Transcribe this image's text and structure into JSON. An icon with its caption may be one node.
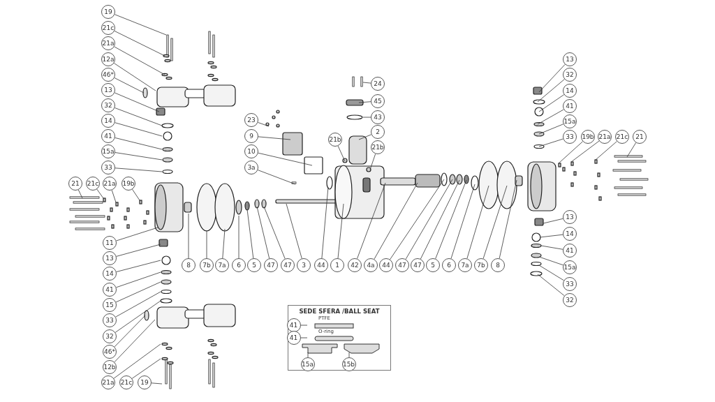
{
  "diagram": {
    "nodes": [
      {
        "text": [
          "19"
        ]
      },
      {
        "text": [
          "21c"
        ]
      },
      {
        "text": [
          "21a"
        ]
      },
      {
        "text": [
          "12a"
        ]
      },
      {
        "text": [
          "46*"
        ]
      },
      {
        "text": [
          "13"
        ]
      },
      {
        "text": [
          "32"
        ]
      },
      {
        "text": [
          "14"
        ]
      },
      {
        "text": [
          "41"
        ]
      },
      {
        "text": [
          "15a"
        ]
      },
      {
        "text": [
          "33"
        ]
      },
      {
        "text": [
          "21"
        ]
      },
      {
        "text": [
          "21c"
        ]
      },
      {
        "text": [
          "21a"
        ]
      },
      {
        "text": [
          "19b"
        ]
      },
      {
        "text": [
          "11"
        ]
      },
      {
        "text": [
          "13"
        ]
      },
      {
        "text": [
          "14"
        ]
      },
      {
        "text": [
          "41"
        ]
      },
      {
        "text": [
          "15"
        ]
      },
      {
        "text": [
          "33"
        ]
      },
      {
        "text": [
          "32"
        ]
      },
      {
        "text": [
          "46*"
        ]
      },
      {
        "text": [
          "12b"
        ]
      },
      {
        "text": [
          "21a"
        ]
      },
      {
        "text": [
          "21c"
        ]
      },
      {
        "text": [
          "19"
        ]
      },
      {
        "text": [
          "8"
        ]
      },
      {
        "text": [
          "7b"
        ]
      },
      {
        "text": [
          "7a"
        ]
      },
      {
        "text": [
          "6"
        ]
      },
      {
        "text": [
          "5"
        ]
      },
      {
        "text": [
          "47"
        ]
      },
      {
        "text": [
          "47"
        ]
      },
      {
        "text": [
          "3"
        ]
      },
      {
        "text": [
          "44"
        ]
      },
      {
        "text": [
          "1"
        ]
      },
      {
        "text": [
          "42"
        ]
      },
      {
        "text": [
          "4a"
        ]
      },
      {
        "text": [
          "44"
        ]
      },
      {
        "text": [
          "47"
        ]
      },
      {
        "text": [
          "47"
        ]
      },
      {
        "text": [
          "5"
        ]
      },
      {
        "text": [
          "6"
        ]
      },
      {
        "text": [
          "7a"
        ]
      },
      {
        "text": [
          "7b"
        ]
      },
      {
        "text": [
          "8"
        ]
      },
      {
        "text": [
          "23"
        ]
      },
      {
        "text": [
          "9"
        ]
      },
      {
        "text": [
          "10"
        ]
      },
      {
        "text": [
          "3a"
        ]
      },
      {
        "text": [
          "21b"
        ]
      },
      {
        "text": [
          "24"
        ]
      },
      {
        "text": [
          "45"
        ]
      },
      {
        "text": [
          "43"
        ]
      },
      {
        "text": [
          "2"
        ]
      },
      {
        "text": [
          "21b"
        ]
      },
      {
        "text": [
          "13"
        ]
      },
      {
        "text": [
          "32"
        ]
      },
      {
        "text": [
          "14"
        ]
      },
      {
        "text": [
          "41"
        ]
      },
      {
        "text": [
          "15a"
        ]
      },
      {
        "text": [
          "33"
        ]
      },
      {
        "text": [
          "19b"
        ]
      },
      {
        "text": [
          "21a"
        ]
      },
      {
        "text": [
          "21c"
        ]
      },
      {
        "text": [
          "21"
        ]
      },
      {
        "text": [
          "13"
        ]
      },
      {
        "text": [
          "14"
        ]
      },
      {
        "text": [
          "41"
        ]
      },
      {
        "text": [
          "15a"
        ]
      },
      {
        "text": [
          "33"
        ]
      },
      {
        "text": [
          "32"
        ]
      },
      {
        "text": [
          "SEDE SFERA /BALL SEAT"
        ]
      },
      {
        "text": [
          "41"
        ],
        "in": 73
      },
      {
        "text": [
          "41"
        ],
        "in": 73
      },
      {
        "text": [
          "15a"
        ],
        "in": 73
      },
      {
        "text": [
          "15b"
        ],
        "in": 73
      }
    ],
    "edges": [
      {
        "from": 0,
        "to": null,
        "arrow": "none"
      },
      {
        "from": 1,
        "to": null,
        "arrow": "none"
      },
      {
        "from": 2,
        "to": null,
        "arrow": "none"
      },
      {
        "from": 3,
        "to": null,
        "arrow": "none"
      },
      {
        "from": 4,
        "to": null,
        "arrow": "none"
      },
      {
        "from": 5,
        "to": null,
        "arrow": "none"
      },
      {
        "from": 6,
        "to": null,
        "arrow": "none"
      },
      {
        "from": 7,
        "to": null,
        "arrow": "none"
      },
      {
        "from": 8,
        "to": null,
        "arrow": "none"
      },
      {
        "from": 9,
        "to": null,
        "arrow": "none"
      },
      {
        "from": 10,
        "to": null,
        "arrow": "none"
      },
      {
        "from": 11,
        "to": null,
        "arrow": "none"
      },
      {
        "from": 12,
        "to": null,
        "arrow": "none"
      },
      {
        "from": 13,
        "to": null,
        "arrow": "none"
      },
      {
        "from": 14,
        "to": null,
        "arrow": "none"
      },
      {
        "from": 15,
        "to": null,
        "arrow": "none"
      },
      {
        "from": 16,
        "to": null,
        "arrow": "none"
      },
      {
        "from": 17,
        "to": null,
        "arrow": "none"
      },
      {
        "from": 18,
        "to": null,
        "arrow": "none"
      },
      {
        "from": 19,
        "to": null,
        "arrow": "none"
      },
      {
        "from": 20,
        "to": null,
        "arrow": "none"
      },
      {
        "from": 21,
        "to": null,
        "arrow": "none"
      },
      {
        "from": 22,
        "to": null,
        "arrow": "none"
      },
      {
        "from": 23,
        "to": null,
        "arrow": "none"
      },
      {
        "from": 24,
        "to": null,
        "arrow": "none"
      },
      {
        "from": 25,
        "to": null,
        "arrow": "none"
      },
      {
        "from": 26,
        "to": null,
        "arrow": "none"
      },
      {
        "from": 27,
        "to": null,
        "arrow": "none"
      },
      {
        "from": 28,
        "to": null,
        "arrow": "none"
      },
      {
        "from": 29,
        "to": null,
        "arrow": "none"
      },
      {
        "from": 30,
        "to": null,
        "arrow": "none"
      },
      {
        "from": 31,
        "to": null,
        "arrow": "none"
      },
      {
        "from": 32,
        "to": null,
        "arrow": "none"
      },
      {
        "from": 33,
        "to": null,
        "arrow": "none"
      },
      {
        "from": 34,
        "to": null,
        "arrow": "none"
      },
      {
        "from": 35,
        "to": null,
        "arrow": "none"
      },
      {
        "from": 36,
        "to": null,
        "arrow": "none"
      },
      {
        "from": 37,
        "to": null,
        "arrow": "none"
      },
      {
        "from": 38,
        "to": null,
        "arrow": "none"
      },
      {
        "from": 39,
        "to": null,
        "arrow": "none"
      },
      {
        "from": 40,
        "to": null,
        "arrow": "none"
      },
      {
        "from": 41,
        "to": null,
        "arrow": "none"
      },
      {
        "from": 42,
        "to": null,
        "arrow": "none"
      },
      {
        "from": 43,
        "to": null,
        "arrow": "none"
      },
      {
        "from": 44,
        "to": null,
        "arrow": "none"
      },
      {
        "from": 45,
        "to": null,
        "arrow": "none"
      },
      {
        "from": 46,
        "to": null,
        "arrow": "none"
      },
      {
        "from": 47,
        "to": null,
        "arrow": "none"
      },
      {
        "from": 48,
        "to": null,
        "arrow": "none"
      },
      {
        "from": 49,
        "to": null,
        "arrow": "none"
      },
      {
        "from": 50,
        "to": null,
        "arrow": "none"
      },
      {
        "from": 51,
        "to": null,
        "arrow": "none"
      },
      {
        "from": 52,
        "to": null,
        "arrow": "none"
      },
      {
        "from": 53,
        "to": null,
        "arrow": "none"
      },
      {
        "from": 54,
        "to": null,
        "arrow": "none"
      },
      {
        "from": 55,
        "to": null,
        "arrow": "none"
      },
      {
        "from": 56,
        "to": null,
        "arrow": "none"
      },
      {
        "from": 57,
        "to": null,
        "arrow": "none"
      },
      {
        "from": 58,
        "to": null,
        "arrow": "none"
      },
      {
        "from": 59,
        "to": null,
        "arrow": "none"
      },
      {
        "from": 60,
        "to": null,
        "arrow": "none"
      },
      {
        "from": 61,
        "to": null,
        "arrow": "none"
      },
      {
        "from": 62,
        "to": null,
        "arrow": "none"
      },
      {
        "from": 63,
        "to": null,
        "arrow": "none"
      },
      {
        "from": 64,
        "to": null,
        "arrow": "none"
      },
      {
        "from": 65,
        "to": null,
        "arrow": "none"
      },
      {
        "from": 66,
        "to": null,
        "arrow": "none"
      },
      {
        "from": 67,
        "to": null,
        "arrow": "none"
      },
      {
        "from": 68,
        "to": null,
        "arrow": "none"
      },
      {
        "from": 69,
        "to": null,
        "arrow": "none"
      },
      {
        "from": 70,
        "to": null,
        "arrow": "none"
      },
      {
        "from": 71,
        "to": null,
        "arrow": "none"
      },
      {
        "from": 72,
        "to": null,
        "arrow": "none"
      },
      {
        "from": 74,
        "to": null,
        "arrow": "none"
      },
      {
        "from": 75,
        "to": null,
        "arrow": "none"
      },
      {
        "from": 76,
        "to": null,
        "arrow": "none"
      },
      {
        "from": 77,
        "to": null,
        "arrow": "none"
      }
    ],
    "labels": [
      "PTFE",
      "O-ring"
    ]
  }
}
